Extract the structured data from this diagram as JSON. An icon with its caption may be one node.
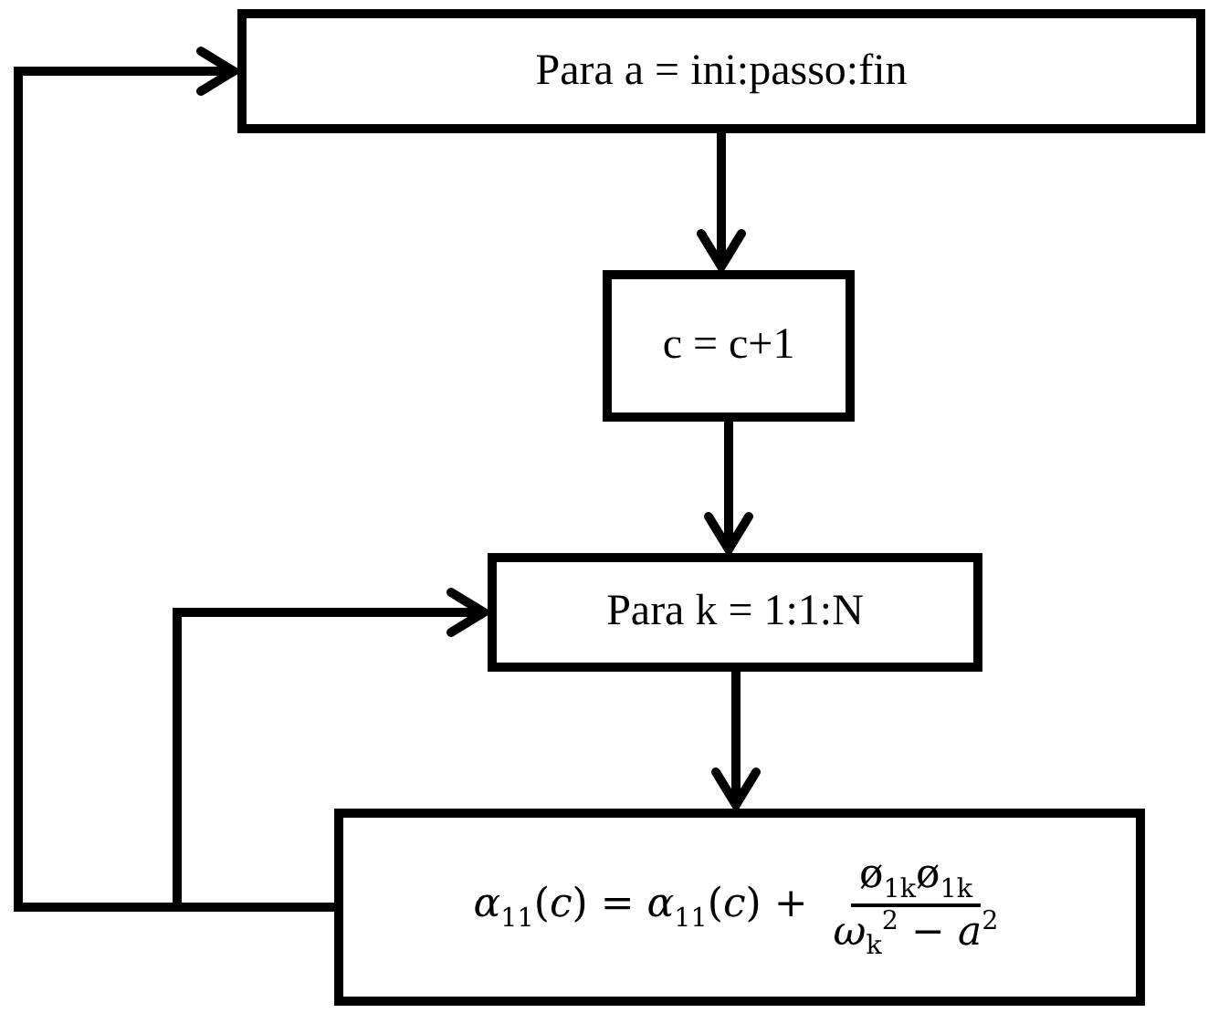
{
  "diagram": {
    "nodes": [
      {
        "text": [
          "Para a = ini:passo:fin"
        ]
      },
      {
        "text": [
          "c = c+1"
        ]
      },
      {
        "text": [
          "Para k = 1:1:N"
        ]
      },
      {
        "text": [
          "*α*$_{11}$(*c*) = *α*$_{11}$(*c*) +",
          "ø$_{1k}$ø$_{1k}$",
          "*ω*$_{k}$$^{2}$ − *a*$^{2}$"
        ]
      }
    ],
    "edges": [
      {
        "from": 0,
        "to": 1,
        "arrow": "to"
      },
      {
        "from": 1,
        "to": 2,
        "arrow": "to"
      },
      {
        "from": 2,
        "to": 3,
        "arrow": "to"
      },
      {
        "from": 3,
        "to": 0,
        "arrow": "to"
      },
      {
        "from": 3,
        "to": 2,
        "arrow": "to"
      }
    ]
  }
}
